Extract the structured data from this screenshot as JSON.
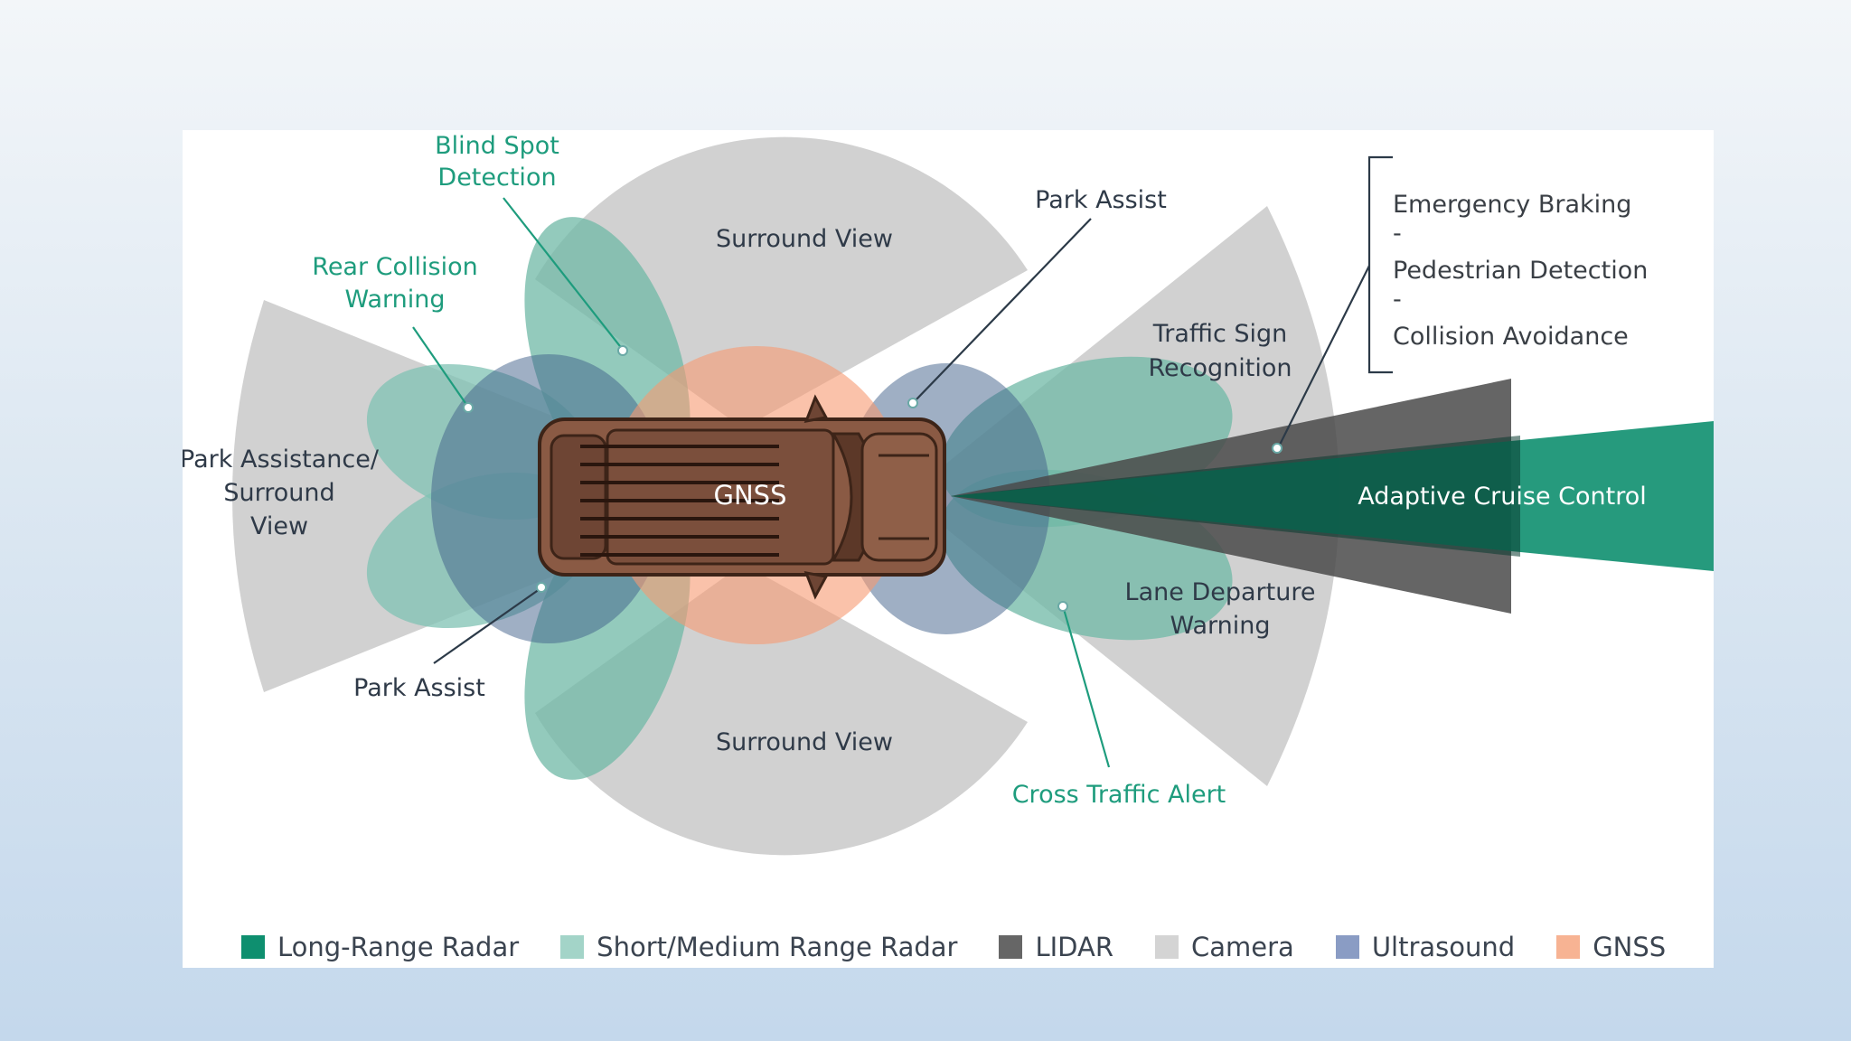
{
  "labels": {
    "blind_spot": [
      "Blind Spot",
      "Detection"
    ],
    "rear_collision": [
      "Rear Collision",
      "Warning"
    ],
    "park_assistance": [
      "Park Assistance/",
      "Surround",
      "View"
    ],
    "park_assist_rear": "Park Assist",
    "park_assist_front": "Park Assist",
    "surround_top": "Surround View",
    "surround_bottom": "Surround View",
    "gnss": "GNSS",
    "traffic_sign": [
      "Traffic Sign",
      "Recognition"
    ],
    "lane_departure": [
      "Lane Departure",
      "Warning"
    ],
    "cross_traffic": "Cross Traffic Alert",
    "acc": "Adaptive Cruise Control",
    "lidar_functions": [
      "Emergency Braking",
      "-",
      "Pedestrian Detection",
      "-",
      "Collision Avoidance"
    ]
  },
  "legend": [
    {
      "label": "Long-Range Radar",
      "color": "#0e8f6f"
    },
    {
      "label": "Short/Medium Range Radar",
      "color": "#a3d4c8"
    },
    {
      "label": "LIDAR",
      "color": "#666666"
    },
    {
      "label": "Camera",
      "color": "#d4d4d4"
    },
    {
      "label": "Ultrasound",
      "color": "#8a9cc4"
    },
    {
      "label": "GNSS",
      "color": "#f7b393"
    }
  ],
  "colors": {
    "long_range_radar": "#0e8f6f",
    "short_medium_radar": "#6fb8a6",
    "lidar": "#555555",
    "camera": "#b9b9b9",
    "ultrasound": "#3f5f8a",
    "gnss": "#f79a72",
    "car_body": "#8a5a44"
  }
}
